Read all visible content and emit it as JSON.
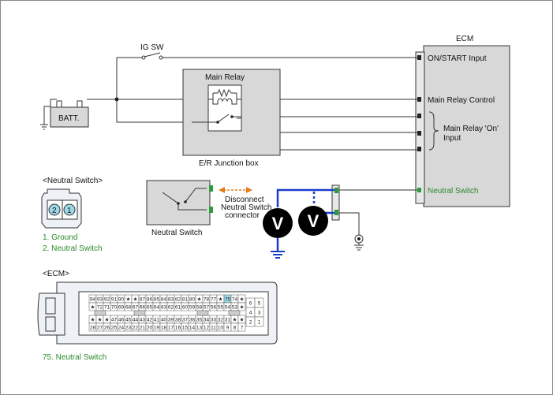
{
  "ecm": {
    "title": "ECM",
    "pins": {
      "on_start": "ON/START Input",
      "main_relay_control": "Main Relay Control",
      "main_relay_on_input_line1": "Main Relay 'On'",
      "main_relay_on_input_line2": "Input",
      "neutral_switch": "Neutral Switch"
    }
  },
  "ig_sw": "IG SW",
  "battery": "BATT.",
  "main_relay": "Main Relay",
  "junction_box": "E/R Junction box",
  "neutral_switch_label": "Neutral Switch",
  "disconnect": {
    "line1": "Disconnect",
    "line2": "Neutral Switch",
    "line3": "connector"
  },
  "voltmeter_symbol": "V",
  "neutral_connector": {
    "title": "<Neutral Switch>",
    "pin_labels": [
      "2",
      "1"
    ],
    "legend": [
      "1. Ground",
      "2. Neutral Switch"
    ]
  },
  "ecm_connector": {
    "title": "<ECM>",
    "row1": [
      "94",
      "93",
      "92",
      "91",
      "90",
      "★",
      "★",
      "87",
      "86",
      "85",
      "84",
      "83",
      "82",
      "81",
      "80",
      "★",
      "78",
      "77",
      "★",
      "75",
      "74",
      "★"
    ],
    "row2": [
      "★",
      "72",
      "71",
      "70",
      "69",
      "68",
      "67",
      "66",
      "65",
      "64",
      "63",
      "62",
      "61",
      "60",
      "59",
      "58",
      "57",
      "56",
      "55",
      "54",
      "53",
      "★"
    ],
    "row3": [
      "★",
      "★",
      "★",
      "47",
      "46",
      "45",
      "44",
      "43",
      "42",
      "41",
      "40",
      "39",
      "38",
      "37",
      "36",
      "35",
      "34",
      "33",
      "32",
      "31",
      "★",
      "★"
    ],
    "row4": [
      "28",
      "27",
      "26",
      "25",
      "24",
      "23",
      "22",
      "21",
      "20",
      "19",
      "18",
      "17",
      "16",
      "15",
      "14",
      "13",
      "12",
      "11",
      "10",
      "9",
      "8",
      "7"
    ],
    "side": [
      "6",
      "5",
      "4",
      "3",
      "2",
      "1"
    ],
    "highlight_pin": "75",
    "legend": "75. Neutral Switch"
  },
  "colors": {
    "wire": "#333333",
    "highlight_wire": "#1a3ccc",
    "green_text": "#2a8a2a",
    "connector_pin": "#2e9a3e",
    "box_fill": "#d8d8d8",
    "arrow": "#e87a1a"
  }
}
